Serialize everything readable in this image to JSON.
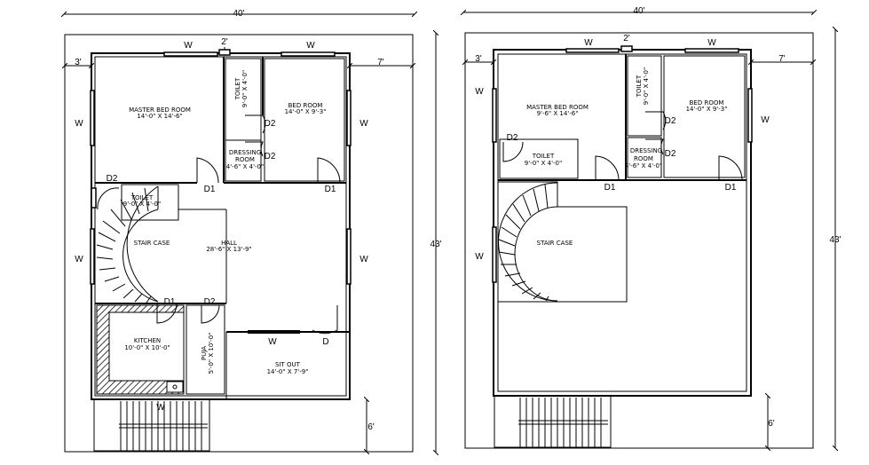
{
  "dimensions": {
    "width_top": "40'",
    "depth_side": "43'",
    "setback_left": "3'",
    "setback_right": "7'",
    "wall_gap": "2'",
    "setback_bottom": "6'"
  },
  "ground_floor": {
    "rooms": {
      "master_bed": {
        "name": "MASTER BED ROOM",
        "size": "14'-0\" X 14'-6\""
      },
      "toilet_top": {
        "name": "TOILET",
        "size": "9'-0\" X 4'-0\""
      },
      "bed_room": {
        "name": "BED ROOM",
        "size": "14'-0\" X 9'-3\""
      },
      "dressing": {
        "name": "DRESSING",
        "name2": "ROOM",
        "size": "4'-6\" X 4'-0\""
      },
      "toilet_stair": {
        "name": "TOILET",
        "size": "9'-0\" X 4'-0\""
      },
      "stair": {
        "name": "STAIR CASE"
      },
      "hall": {
        "name": "HALL",
        "size": "28'-6\" X 13'-9\""
      },
      "kitchen": {
        "name": "KITCHEN",
        "size": "10'-0\" X 10'-0\""
      },
      "puja": {
        "name": "PUJA",
        "size": "5'-0\" X 10'-0\""
      },
      "sitout": {
        "name": "SIT OUT",
        "size": "14'-0\" X 7'-9\""
      }
    },
    "labels": {
      "w": "W",
      "d": "D",
      "d1": "D1",
      "d2": "D2"
    }
  },
  "first_floor": {
    "rooms": {
      "master_bed": {
        "name": "MASTER BED ROOM",
        "size": "9'-6\" X 14'-6\""
      },
      "toilet_top": {
        "name": "TOILET",
        "size": "9'-0\" X 4'-0\""
      },
      "bed_room": {
        "name": "BED ROOM",
        "size": "14'-0\" X 9'-3\""
      },
      "toilet": {
        "name": "TOILET",
        "size": "9'-0\" X 4'-0\""
      },
      "dressing": {
        "name": "DRESSING",
        "name2": "ROOM",
        "size": "4'-6\" X 4'-0\""
      },
      "stair": {
        "name": "STAIR CASE"
      }
    },
    "labels": {
      "w": "W",
      "d1": "D1",
      "d2": "D2"
    }
  }
}
